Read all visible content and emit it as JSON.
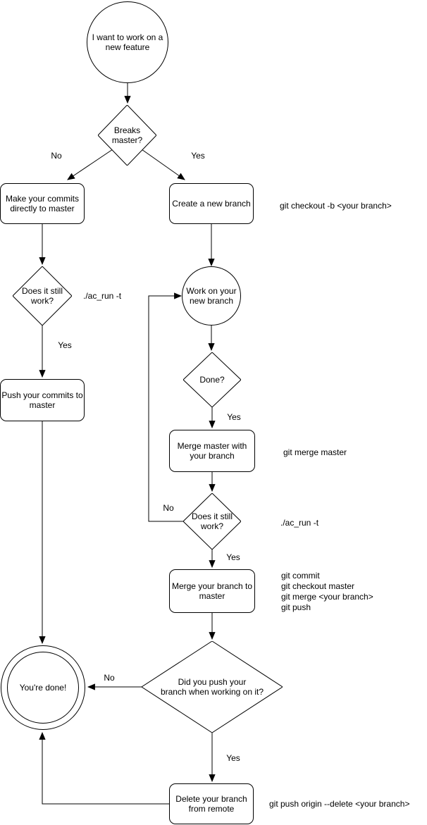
{
  "diagram": {
    "title": "Git feature workflow flowchart",
    "colors": {
      "background": "#ffffff",
      "stroke": "#000000",
      "text": "#000000"
    },
    "nodes": {
      "start": {
        "type": "circle",
        "lines": [
          "I want to work on a",
          "new feature"
        ]
      },
      "breaks": {
        "type": "diamond",
        "lines": [
          "Breaks",
          "master?"
        ]
      },
      "make_commits": {
        "type": "rounded-rect",
        "lines": [
          "Make your commits",
          "directly to master"
        ]
      },
      "create_branch": {
        "type": "rounded-rect",
        "lines": [
          "Create a new branch"
        ]
      },
      "still_left": {
        "type": "diamond",
        "lines": [
          "Does it still",
          "work?"
        ]
      },
      "work_branch": {
        "type": "circle",
        "lines": [
          "Work on your",
          "new branch"
        ]
      },
      "push_commits": {
        "type": "rounded-rect",
        "lines": [
          "Push your commits to",
          "master"
        ]
      },
      "done": {
        "type": "diamond",
        "lines": [
          "Done?"
        ]
      },
      "merge_master": {
        "type": "rounded-rect",
        "lines": [
          "Merge master with",
          "your branch"
        ]
      },
      "still_right": {
        "type": "diamond",
        "lines": [
          "Does it still",
          "work?"
        ]
      },
      "merge_branch": {
        "type": "rounded-rect",
        "lines": [
          "Merge your branch to",
          "master"
        ]
      },
      "did_push": {
        "type": "diamond",
        "lines": [
          "Did you push your",
          "branch when working on it?"
        ]
      },
      "youre_done": {
        "type": "double-circle",
        "lines": [
          "You're done!"
        ]
      },
      "delete_branch": {
        "type": "rounded-rect",
        "lines": [
          "Delete your branch",
          "from remote"
        ]
      }
    },
    "edge_labels": {
      "no_breaks": "No",
      "yes_breaks": "Yes",
      "yes_still_left": "Yes",
      "yes_done": "Yes",
      "no_still_right": "No",
      "yes_still_right": "Yes",
      "no_did_push": "No",
      "yes_did_push": "Yes"
    },
    "annotations": {
      "checkout_b": "git checkout -b <your branch>",
      "ac_run_left": "./ac_run -t",
      "merge_master_cmd": "git merge master",
      "ac_run_right": "./ac_run -t",
      "merge_branch_cmds": [
        "git commit",
        "git checkout master",
        "git merge <your branch>",
        "git push"
      ],
      "push_delete": "git push origin --delete <your branch>"
    }
  }
}
